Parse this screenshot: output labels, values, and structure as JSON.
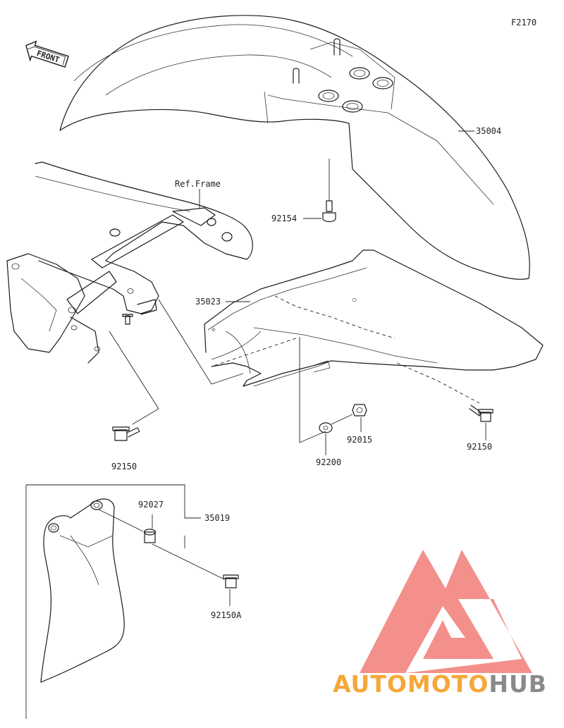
{
  "figure_code": "F2170",
  "direction_label": "FRONT",
  "reference_label": "Ref.Frame",
  "parts": {
    "front_fender": "35004",
    "fender_screw": "92154",
    "lower_fender": "35023",
    "left_bolt": "92150",
    "right_bolt": "92150",
    "nut": "92015",
    "washer": "92200",
    "collar": "92027",
    "mud_guard": "35019",
    "guard_bolt": "92150A"
  },
  "watermark": {
    "part1": "AUTO",
    "part2": "MOTO",
    "part3": "HUB",
    "color_primary": "#f4a83a",
    "color_secondary": "#8a8a8a",
    "logo_color": "#f28a85"
  }
}
